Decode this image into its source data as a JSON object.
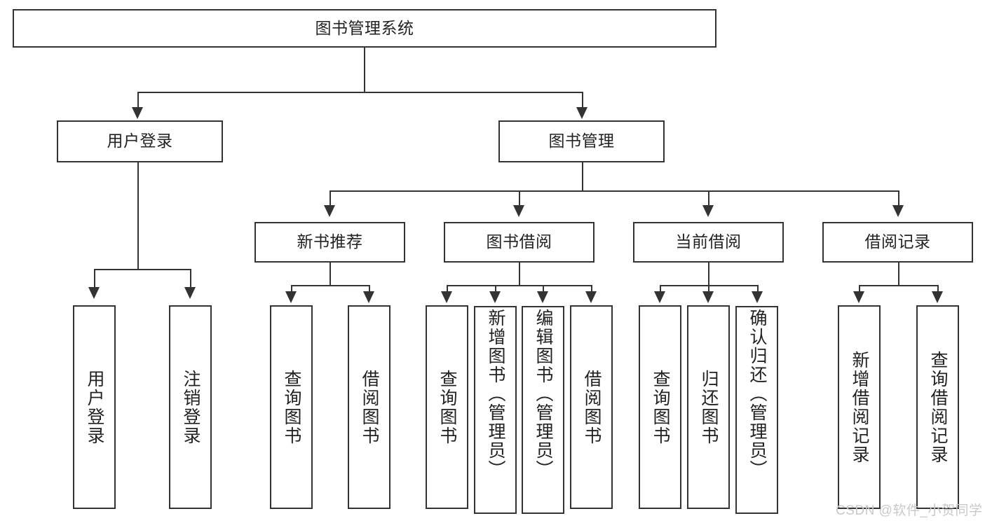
{
  "diagram": {
    "type": "hierarchy-tree",
    "title": "图书管理系统",
    "root": {
      "label": "图书管理系统"
    },
    "level2": [
      {
        "label": "用户登录"
      },
      {
        "label": "图书管理"
      }
    ],
    "level3": [
      {
        "label": "新书推荐"
      },
      {
        "label": "图书借阅"
      },
      {
        "label": "当前借阅"
      },
      {
        "label": "借阅记录"
      }
    ],
    "leaves": {
      "user_login": [
        {
          "label": "用户登录"
        },
        {
          "label": "注销登录"
        }
      ],
      "new_book_recommend": [
        {
          "label": "查询图书"
        },
        {
          "label": "借阅图书"
        }
      ],
      "book_borrow": [
        {
          "label": "查询图书"
        },
        {
          "label": "新增图书（管理员）"
        },
        {
          "label": "编辑图书（管理员）"
        },
        {
          "label": "借阅图书"
        }
      ],
      "current_borrow": [
        {
          "label": "查询图书"
        },
        {
          "label": "归还图书"
        },
        {
          "label": "确认归还（管理员）"
        }
      ],
      "borrow_record": [
        {
          "label": "新增借阅记录"
        },
        {
          "label": "查询借阅记录"
        }
      ]
    }
  },
  "watermark": {
    "text": "CSDN @软件_小贺同学"
  },
  "colors": {
    "stroke": "#333333",
    "background": "#ffffff",
    "text": "#222222",
    "watermark": "#c9c9c9"
  }
}
